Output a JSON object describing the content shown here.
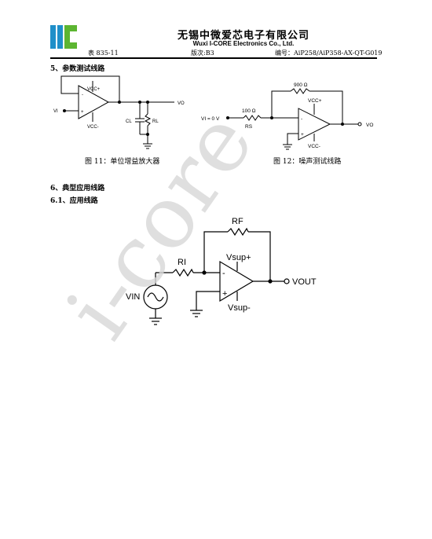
{
  "header": {
    "company_cn": "无锡中微爱芯电子有限公司",
    "company_en": "Wuxi I-CORE Electronics Co., Ltd.",
    "form_no": "表 835-11",
    "version": "版次:B3",
    "doc_no": "编号：AiP258/AiP358-AX-QT-G019"
  },
  "sections": {
    "s5_title": "5、参数测试线路",
    "s6_title": "6、典型应用线路",
    "s61_title": "6.1、应用线路"
  },
  "fig11": {
    "caption": "图 11：单位增益放大器",
    "vcc_plus": "VCC+",
    "vcc_minus": "VCC-",
    "vi": "VI",
    "vo": "VO",
    "cl": "CL",
    "rl": "RL",
    "minus": "-",
    "plus": "+"
  },
  "fig12": {
    "caption": "图 12：噪声测试线路",
    "r_fb": "900 Ω",
    "r_in": "100 Ω",
    "rs": "RS",
    "vi": "VI = 0 V",
    "vo": "VO",
    "vcc_plus": "VCC+",
    "vcc_minus": "VCC-",
    "minus": "-",
    "plus": "+"
  },
  "fig_app": {
    "rf": "RF",
    "ri": "RI",
    "vsup_plus": "Vsup+",
    "vsup_minus": "Vsup-",
    "vin": "VIN",
    "vout": "VOUT",
    "minus": "-",
    "plus": "+"
  },
  "watermark": "i-core"
}
